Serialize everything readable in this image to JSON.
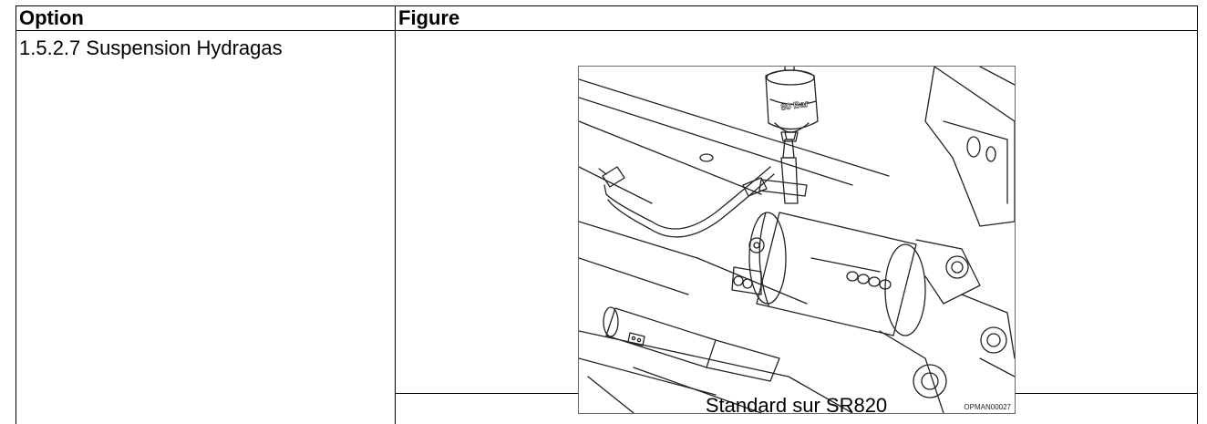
{
  "table": {
    "headers": {
      "option": "Option",
      "figure": "Figure"
    },
    "row": {
      "option_text": "1.5.2.7  Suspension Hydragas",
      "figure": {
        "accumulator_label": "80 Bar",
        "drawing_code": "OPMAN00027"
      },
      "caption": "Standard sur SR820"
    }
  }
}
